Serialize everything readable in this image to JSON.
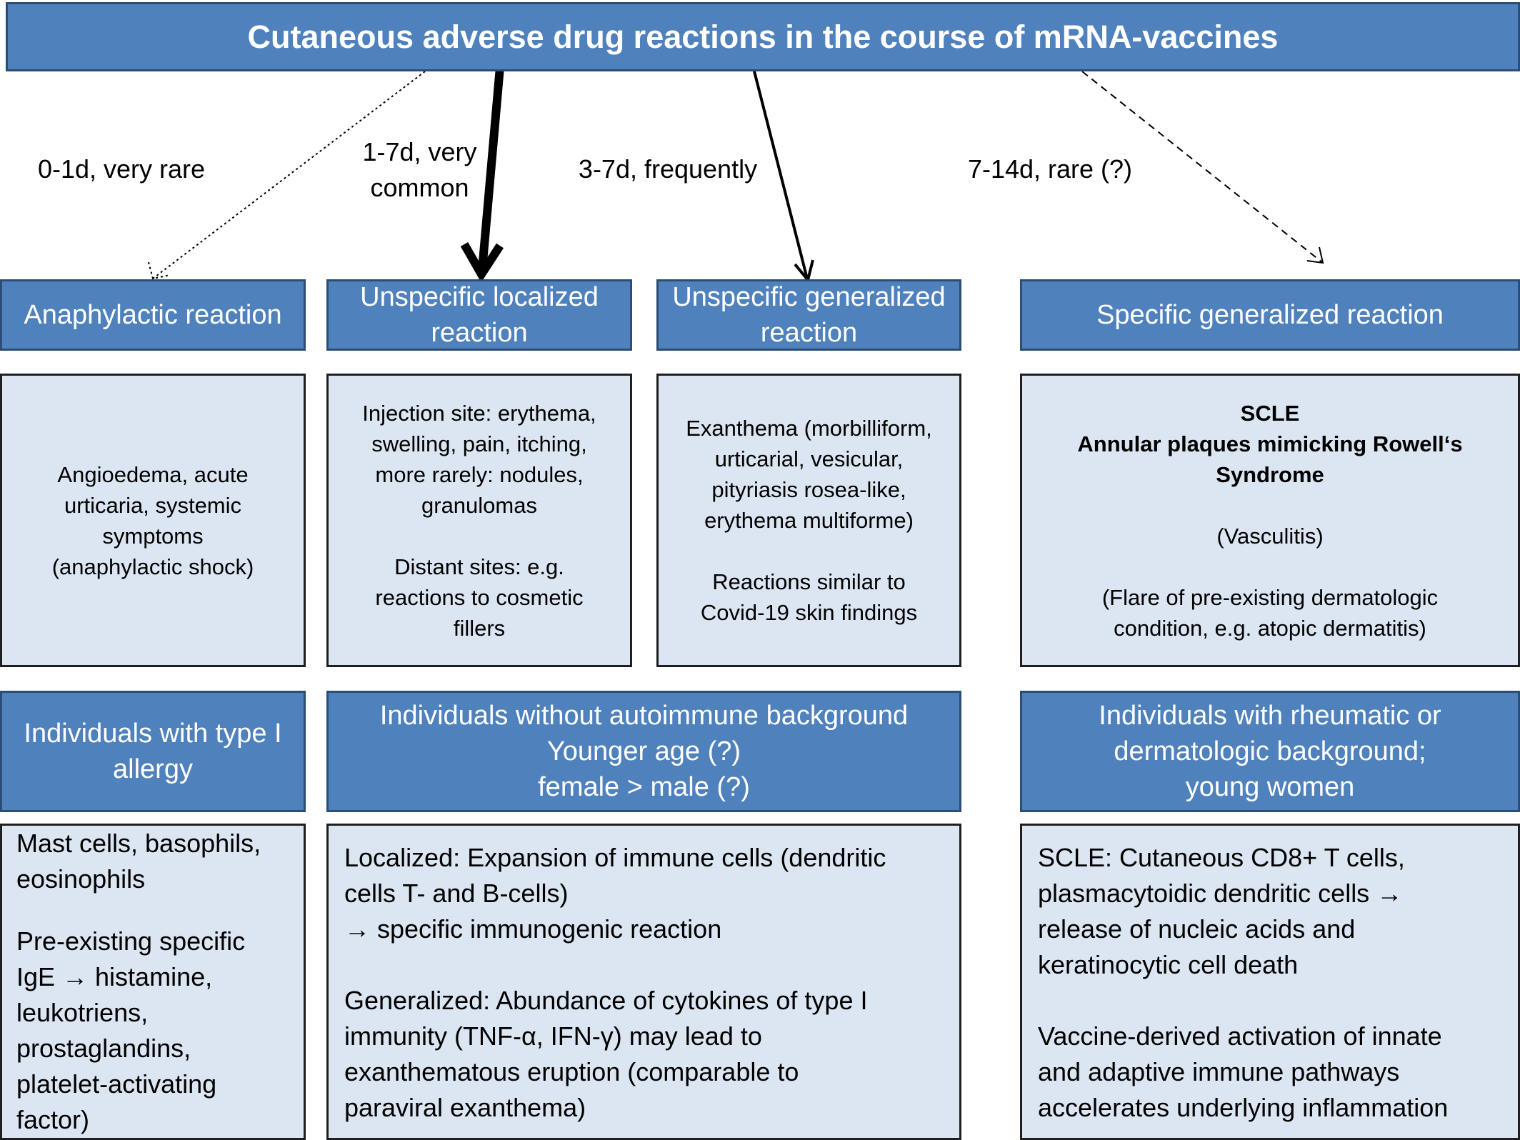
{
  "title": "Cutaneous adverse drug reactions in the course of mRNA-vaccines",
  "timing_labels": [
    {
      "line1": "0-1d, very rare"
    },
    {
      "line1": "1-7d, very",
      "line2": "common"
    },
    {
      "line1": "3-7d, frequently"
    },
    {
      "line1": "7-14d, rare (?)"
    }
  ],
  "reactions": [
    {
      "line1": "Anaphylactic reaction"
    },
    {
      "line1": "Unspecific localized",
      "line2": "reaction"
    },
    {
      "line1": "Unspecific generalized",
      "line2": "reaction"
    },
    {
      "line1": "Specific generalized reaction"
    }
  ],
  "manifestations": {
    "anaphylactic": [
      "Angioedema, acute",
      "urticaria, systemic",
      "symptoms",
      "(anaphylactic shock)"
    ],
    "localized_a": [
      "Injection site: erythema,",
      "swelling, pain, itching,",
      "more rarely: nodules,",
      "granulomas"
    ],
    "localized_b": [
      "Distant sites: e.g.",
      "reactions to cosmetic",
      "fillers"
    ],
    "generalized_a": [
      "Exanthema (morbilliform,",
      "urticarial, vesicular,",
      "pityriasis rosea-like,",
      "erythema multiforme)"
    ],
    "generalized_b": [
      "Reactions similar to",
      "Covid-19 skin findings"
    ],
    "specific_bold": [
      "SCLE",
      "Annular plaques mimicking Rowell‘s",
      "Syndrome"
    ],
    "specific_b": "(Vasculitis)",
    "specific_c": [
      "(Flare of pre-existing dermatologic",
      "condition, e.g. atopic dermatitis)"
    ]
  },
  "populations": [
    {
      "lines": [
        "Individuals with type I",
        "allergy"
      ]
    },
    {
      "lines": [
        "Individuals without autoimmune background",
        "Younger age (?)",
        "female > male (?)"
      ]
    },
    {
      "lines": [
        "Individuals with rheumatic or",
        "dermatologic background;",
        "young women"
      ]
    }
  ],
  "mechanisms": {
    "allergy_a": [
      "Mast cells, basophils,",
      "eosinophils"
    ],
    "allergy_b": [
      "Pre-existing specific",
      "IgE → histamine,",
      "leukotriens,",
      "prostaglandins,",
      "platelet-activating",
      "factor)"
    ],
    "middle_a": [
      "Localized: Expansion of immune cells (dendritic",
      "cells T- and B-cells)",
      "→ specific immunogenic reaction"
    ],
    "middle_b": [
      "Generalized: Abundance of cytokines of type I",
      "immunity (TNF-α, IFN-γ) may lead to",
      "exanthematous eruption (comparable to",
      "paraviral exanthema)"
    ],
    "right_a": [
      "SCLE: Cutaneous CD8+ T cells,",
      "plasmacytoidic dendritic cells →",
      "release of nucleic acids and",
      "keratinocytic cell death"
    ],
    "right_b": [
      "Vaccine-derived activation of innate",
      "and adaptive immune pathways",
      "accelerates underlying inflammation"
    ]
  },
  "colors": {
    "header_fill": "#4f81bd",
    "header_border": "#2c4d75",
    "panel_fill": "#dce6f2",
    "panel_border": "#1f1f1f",
    "header_text": "#ffffff"
  }
}
